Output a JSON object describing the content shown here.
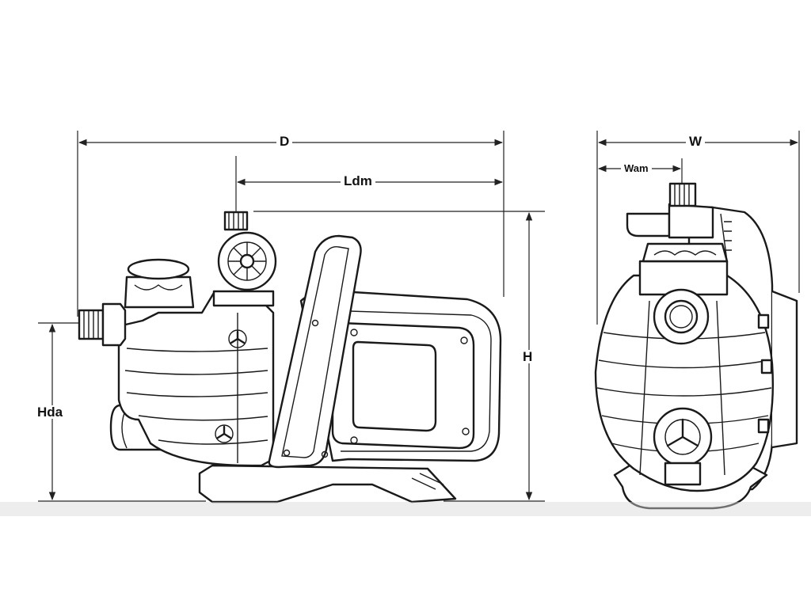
{
  "dimensions": {
    "D": "D",
    "Ldm": "Ldm",
    "H": "H",
    "Hda": "Hda",
    "W": "W",
    "Wam": "Wam"
  },
  "colors": {
    "line": "#1a1a1a",
    "background": "#ffffff",
    "shade": "#d8d8d8"
  },
  "icons": [
    "pump-side-view",
    "pump-front-view",
    "dimension-arrow"
  ]
}
